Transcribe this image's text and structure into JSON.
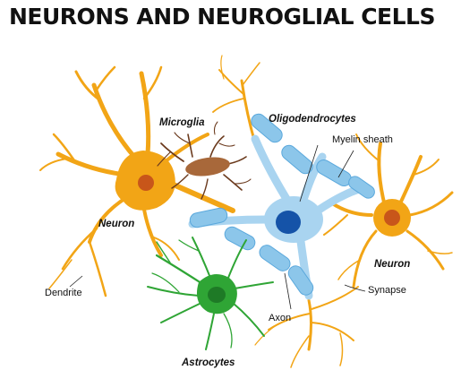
{
  "title": "NEURONS AND NEUROGLIAL CELLS",
  "labels": {
    "microglia": "Microglia",
    "oligodendrocytes": "Oligodendrocytes",
    "myelin_sheath": "Myelin sheath",
    "neuron_left": "Neuron",
    "neuron_right": "Neuron",
    "dendrite": "Dendrite",
    "synapse": "Synapse",
    "axon": "Axon",
    "astrocytes": "Astrocytes"
  },
  "colors": {
    "neuron": "#f2a516",
    "neuron_nucleus": "#c8561a",
    "oligodendrocyte": "#a9d4f0",
    "oligo_nucleus": "#1553a8",
    "myelin": "#8cc6ea",
    "astrocyte": "#2fa535",
    "astro_nucleus": "#1e7a26",
    "microglia": "#6b3a1d",
    "microglia_body": "#a8683a"
  }
}
